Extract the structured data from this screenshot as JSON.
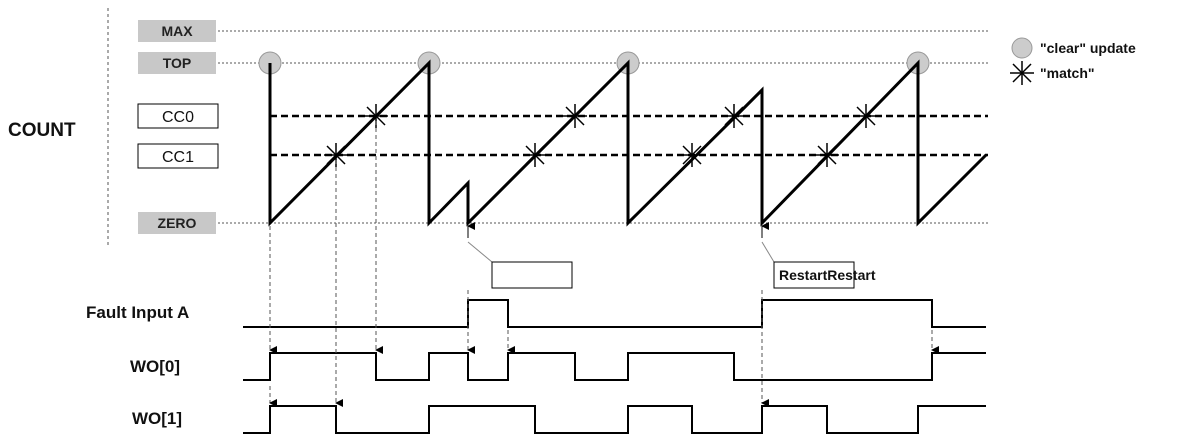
{
  "title": "",
  "count_label": "COUNT",
  "levels": {
    "max": "MAX",
    "top": "TOP",
    "zero": "ZERO",
    "cc0": "CC0",
    "cc1": "CC1"
  },
  "legend": {
    "clear_update": "\"clear\" update",
    "match": "\"match\""
  },
  "annotations": {
    "first_box": "",
    "second_box": "RestartRestart"
  },
  "signals": {
    "fault_input_a": "Fault Input A",
    "wo0": "WO[0]",
    "wo1": "WO[1]"
  },
  "colors": {
    "label_fill": "#c8c8c8",
    "marker_fill": "#cccccc",
    "line": "#000000",
    "guide": "#888888"
  }
}
